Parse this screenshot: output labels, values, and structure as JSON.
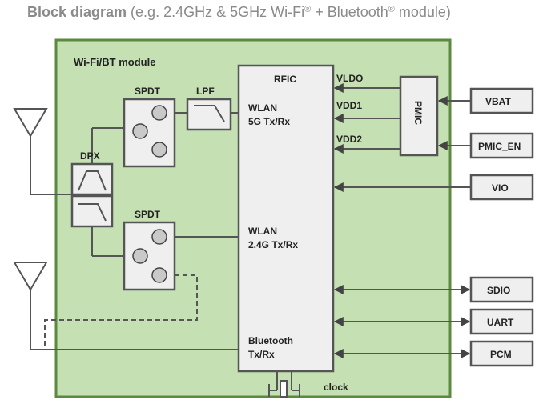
{
  "title": {
    "bold": "Block diagram",
    "rest": " (e.g. 2.4GHz & 5GHz Wi-Fi",
    "reg1": "®",
    "mid": " + Bluetooth",
    "reg2": "®",
    "end": " module)"
  },
  "module_label": "Wi-Fi/BT module",
  "blocks": {
    "spdt_top": "SPDT",
    "spdt_bottom": "SPDT",
    "lpf": "LPF",
    "dpx": "DPX",
    "rfic": "RFIC",
    "pmic": "PMIC"
  },
  "rfic_ports": {
    "wlan5_line1": "WLAN",
    "wlan5_line2": "5G Tx/Rx",
    "wlan24_line1": "WLAN",
    "wlan24_line2": "2.4G Tx/Rx",
    "bt_line1": "Bluetooth",
    "bt_line2": "Tx/Rx"
  },
  "power_rails": {
    "vldo": "VLDO",
    "vdd1": "VDD1",
    "vdd2": "VDD2"
  },
  "external_pins": {
    "vbat": "VBAT",
    "pmic_en": "PMIC_EN",
    "vio": "VIO",
    "sdio": "SDIO",
    "uart": "UART",
    "pcm": "PCM"
  },
  "clock_label": "clock",
  "colors": {
    "module_fill": "#c5e0b3",
    "module_border": "#5a8a3e",
    "box_fill": "#efefef",
    "line": "#555555"
  }
}
